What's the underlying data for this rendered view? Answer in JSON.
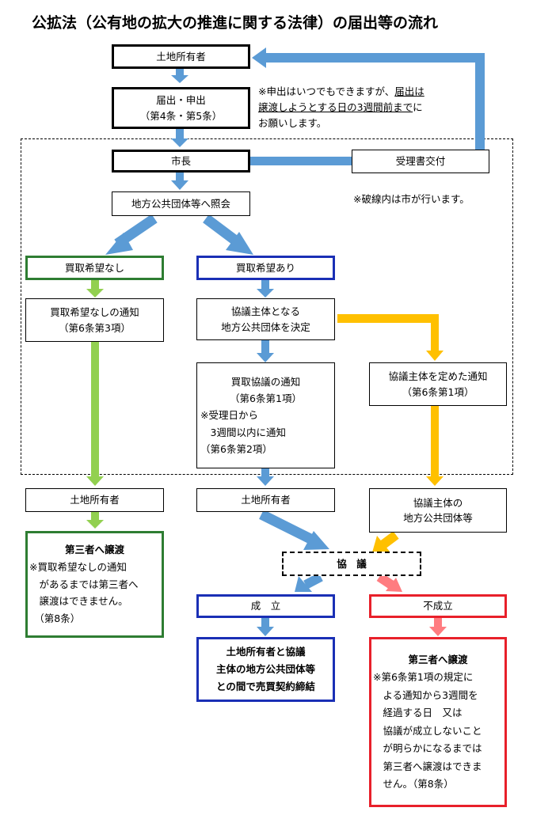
{
  "title": "公拡法（公有地の拡大の推進に関する法律）の届出等の流れ",
  "nodes": {
    "owner_top": "土地所有者",
    "notify_line1": "届出・申出",
    "notify_line2": "（第4条・第5条）",
    "mayor": "市長",
    "receipt": "受理書交付",
    "inquiry": "地方公共団体等へ照会",
    "no_purchase": "買取希望なし",
    "yes_purchase": "買取希望あり",
    "no_notice_line1": "買取希望なしの通知",
    "no_notice_line2": "（第6条第3項）",
    "decide_line1": "協議主体となる",
    "decide_line2": "地方公共団体を決定",
    "purchase_notice_line1": "買取協議の通知",
    "purchase_notice_line2": "（第6条第1項）",
    "purchase_notice_line3": "※受理日から",
    "purchase_notice_line4": "　3週間以内に通知",
    "purchase_notice_line5": "（第6条第2項）",
    "party_notice_line1": "協議主体を定めた通知",
    "party_notice_line2": "（第6条第1項）",
    "owner_left": "土地所有者",
    "owner_mid": "土地所有者",
    "party_line1": "協議主体の",
    "party_line2": "地方公共団体等",
    "negotiation": "協　議",
    "success": "成　立",
    "failure": "不成立",
    "transfer_left_head": "第三者へ譲渡",
    "transfer_left_line1": "※買取希望なしの通知",
    "transfer_left_line2": "　があるまでは第三者へ",
    "transfer_left_line3": "　譲渡はできません。",
    "transfer_left_line4": "　（第8条）",
    "contract_line1": "土地所有者と協議",
    "contract_line2": "主体の地方公共団体等",
    "contract_line3": "との間で売買契約締結",
    "transfer_right_head": "第三者へ譲渡",
    "transfer_right_line1": "※第6条第1項の規定に",
    "transfer_right_line2": "　よる通知から3週間を",
    "transfer_right_line3": "　経過する日　又は",
    "transfer_right_line4": "　協議が成立しないこと",
    "transfer_right_line5": "　が明らかになるまでは",
    "transfer_right_line6": "　第三者へ譲渡はできま",
    "transfer_right_line7": "　せん。（第8条）"
  },
  "notes": {
    "apply_note_a": "※申出はいつでもできますが、",
    "apply_note_b": "届出は",
    "apply_note_c": "譲渡しようとする日の3週間前まで",
    "apply_note_d": "に",
    "apply_note_e": "お願いします。",
    "dashed_note": "※破線内は市が行います。"
  },
  "colors": {
    "blue_arrow": "#5b9bd5",
    "green_arrow": "#92d050",
    "yellow_arrow": "#ffc000",
    "pink_arrow": "#ff7c80",
    "green_border": "#2e7d32",
    "blue_border": "#1a2fb5",
    "red_border": "#e8202a"
  }
}
